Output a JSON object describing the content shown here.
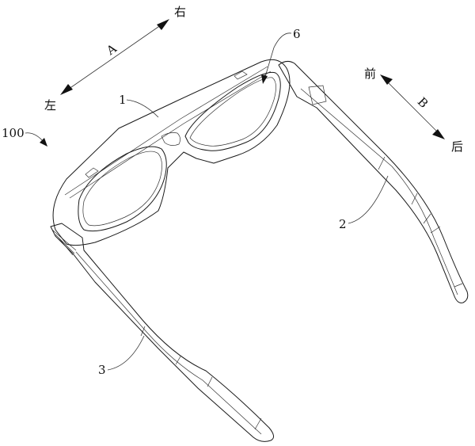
{
  "figure": {
    "type": "patent line drawing",
    "subject": "glasses",
    "background": "#ffffff",
    "line_color": "#1a1a1a"
  },
  "direction_A": {
    "label": "A",
    "end_right": "右",
    "end_left": "左"
  },
  "direction_B": {
    "label": "B",
    "end_front": "前",
    "end_back": "后"
  },
  "reference_numerals": {
    "assembly": "100",
    "frame": "1",
    "right_temple": "2",
    "left_temple": "3",
    "lens_region": "6"
  }
}
